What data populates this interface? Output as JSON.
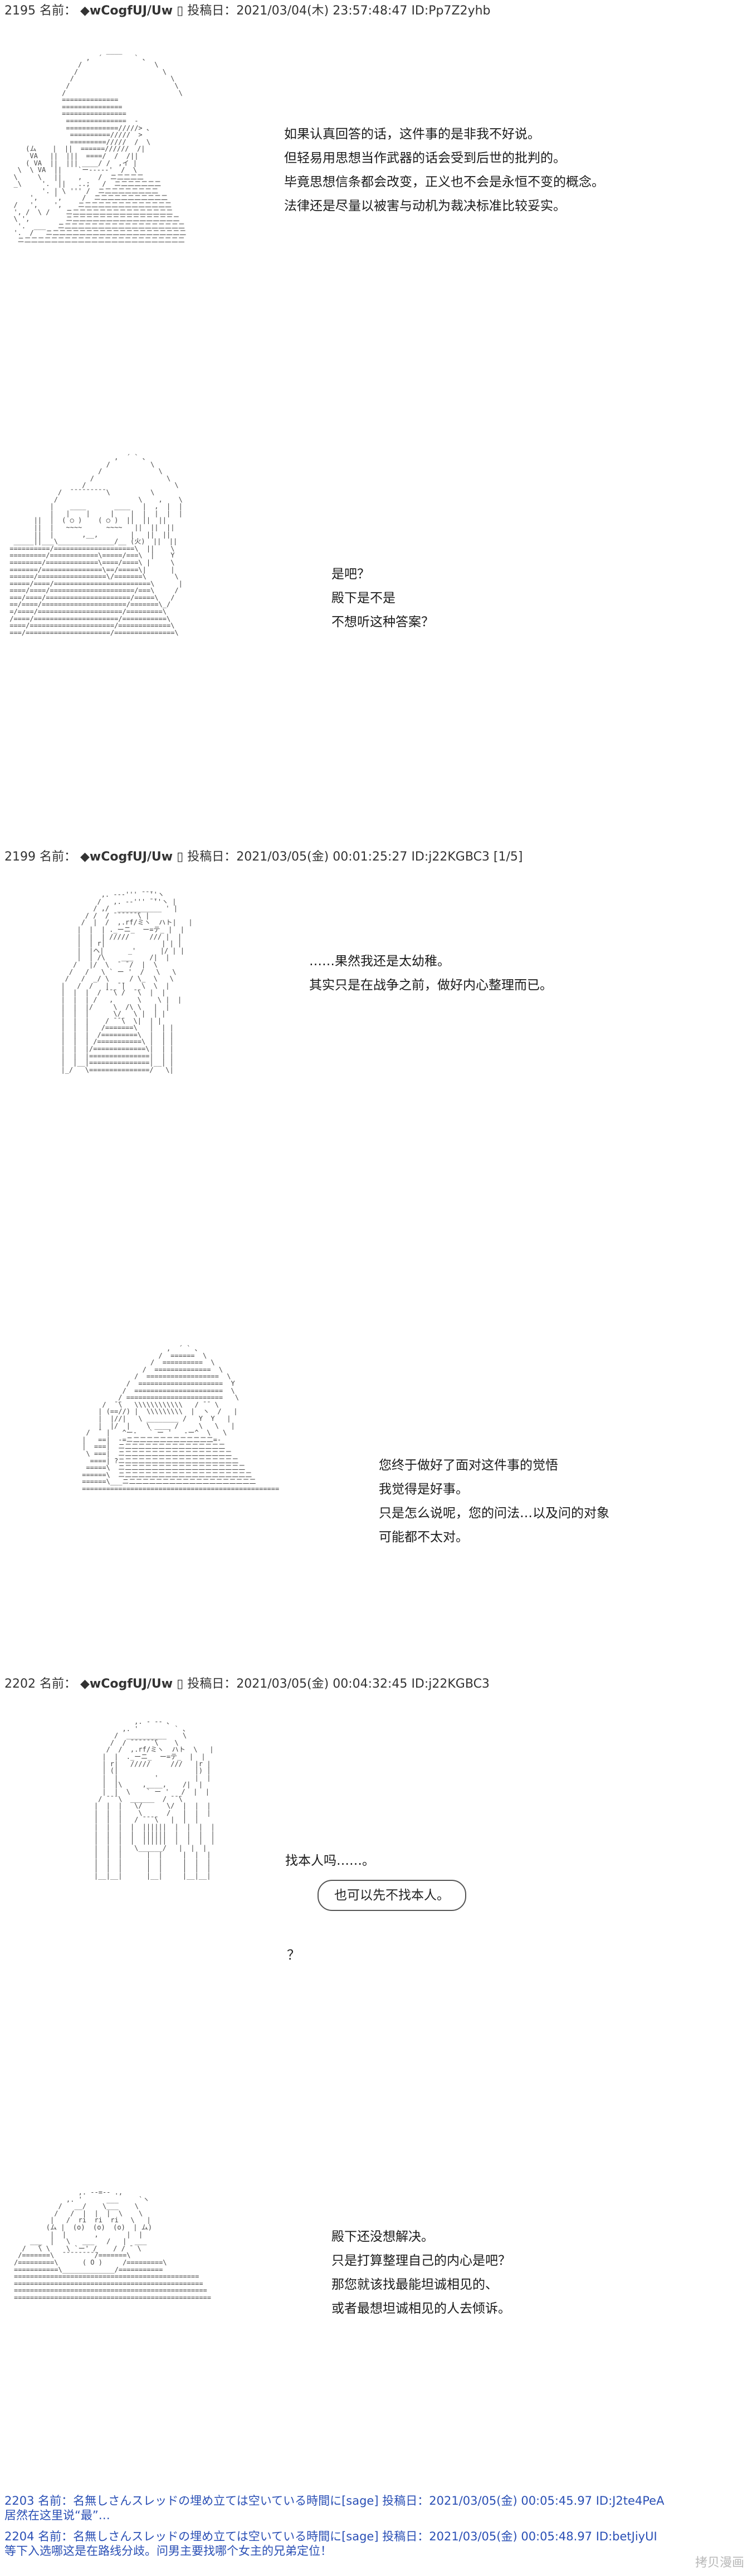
{
  "posts": [
    {
      "header": {
        "number": "2195",
        "name_label": "名前：",
        "author": "◆wCogfUJ/Uw",
        "marker": "▯",
        "date_label": "投稿日：",
        "datetime": "2021/03/04(木) 23:57:48:47",
        "id": "ID:Pp7Z2yhb"
      },
      "panels": [
        {
          "art": "                         ____\n                    ,  ´        ` 、\n                  /                  \\\n                 /                     \\\n                /                        \\\n               /                          \\\n              /                            \\\n              ==============\n              ===============\n              ================\n               ===============  -\n               =============/////> 、\n                ==========/////  >\n                =========/////  /  \\\n     (ム    |  ||  ======//////  /|\n      VA   ||  |||  ====/  /  /||\n     ( VA  ||  ||| ____/ /  ,イ |\n   \\  \\ VA  ||    `ー-----'  /  \\\n  \\     \\   ||    ,    /  ニ二二二二\n  _\\     '.  ||   ..;   /  ニ二二二二二二\n         '. | \\ ''' /  ニ二二二二二二二二\n      ',    ',     /  ニ二二二二二二二二二二\n  /   ',    ',    ニ二二二二二二二二二二二二二\n  ', /  \\ /    ニ二二二二二二二二二二二二二二二\n  \\ ',         ニ二二二二二二二二二二二二二二二二\n   '.  ___   ニ二二二二二二二二二二二二二二二二二二\n  '.  /   ニ二二二二二二二二二二二二二二二二二二二二\n   ニ二二二二二二二二二二二二二二二二二二二二二二二二",
          "lines": [
            "如果认真回答的话，这件事的是非我不好说。",
            "但轻易用思想当作武器的话会受到后世的批判的。",
            "毕竟思想信条都会改变，正义也不会是永恒不变的概念。",
            "法律还是尽量以被害与动机为裁决标准比较妥实。"
          ]
        },
        {
          "art": "                           ,  ´ ` 、\n                         /          \\\n                       /              \\\n                     /                  \\\n                   /                      \\\n             /  ̄ ̄ ̄ ̄ ̄ ̄ ̄ ̄ ̄ \\          \\\n            /                    \\    ,    \\\n           |    ____       ____   |  ,  |  |\n           |   |    |     |    |  |  |  |  |\n       ||  |  ( ○ )    ( ○ )  ||  ||  ||\n       ||  |   ~~~~      ~~~~   ||  ||  ||\n       ||  |       ,__,        |   ||  ||\n  _____||___\\______________/__ (火)  ||  ||\n ==========/====================\\  ||    \\\n =========/============\\=====/===\\  |    Y\n ========/=============\\====/====\\ |     \\\n =======/===============\\==/=====\\|      |\n ======/=================\\/=======\\       \\\n =====/====/========================\\      |\n ====/====/=====================/===\\     /\n ===/====/=====================/=====\\   /\n ==/====/=====================/=======\\_/\n =/====/=====================/=========\\\n /====/=====================/===========\\\n ====/=====================/=============\\\n ===/=====================/===============\\",
          "lines": [
            "是吧？",
            "殿下是不是",
            "不想听这种答案？"
          ]
        }
      ]
    },
    {
      "header": {
        "number": "2199",
        "name_label": "名前：",
        "author": "◆wCogfUJ/Uw",
        "marker": "▯",
        "date_label": "投稿日：",
        "datetime": "2021/03/05(金) 00:01:25:27",
        "id": "ID:j22KGBC3 [1/5]"
      },
      "panels": [
        {
          "art": "            ,. -‐‐''' ̄ ̄ ̄''ヽ\n           /   ,. -‐''' ̄ ̄''ヽ |\n          / ,/  ___________ ' |\n        / /  / ̄ ̄ ̄ ̄ ̄ ̄ ̄\\ |\n       /  |  /  ,.rf/ミヽ  ハト|   |\n      |  |  | ._ーニ_  ー=テ_ |  |\n      |  |  | /////     /// |  |\n      |  | r|              | | |\n      |  |ヘ|      _'      |/ | |\n      |  | /\\    ___    /|  |\n     /   |/  \\  ̄  ̄ /  |  \\\n    /   /   \\ ` ー '  /   \\   \\\n   /   /  _/ \\     / \\_  \\   \\\n  |   /  /   |  ̄ ̄|    \\  \\  |\n  |  |  |  / ̄ ̄ ̄\\ /  ̄ ̄\\  |  |\n  |  |  | /   ,      \\    \\ |  |\n  |  |  |/     \\  /\\ \\   |  |\n  |  |  |      \\/   \\ |  | |\n  |  |  |    / ̄ ̄ ̄\\  \\|  | |\n  |  |  |   /=======\\   |  | |\n  |  |  |  /=========\\  |  | |\n  |  |  | /===========\\ |  | |\n  |  |  |/=============\\|  | |\n  |  |  |===============|  | |\n  |  |__|===============|__| |\n  |_/   \\===============/   \\|",
          "lines": [
            "……果然我还是太幼稚。",
            "其实只是在战争之前，做好内心整理而已。"
          ]
        },
        {
          "art": "                      ,  ´ ` 、\n                    /  ======  \\\n                  /  ==========  \\\n                /  ==============  \\\n              /  ==================  \\\n            /  =====================  Y\n           /  ======================  \\\n          / ========================   \\\n      /  ̄ ̄\\   \\\\\\\\\\\\\\\\\\\\\\\\   / ̄ ̄  \\\n     | (==//) |  \\\\\\\\\\\\\\\\\\  |  ヽ  /   |\n     |  |//|   \\ ________ /   Y  Y   |\n     |  |/  |    \\ ____ /     \\   \\   |\n  /  ̄  |   ^ー-   ` ー '   -ー^  \\   \\\n |   ==|  -=ニ二二二二二二二二二二二二=-\n |  ===|  ニ二二二二二二二二二二二二二二二\n  \\ ===|  ニ二二二二二二二二二二二二二二二二\n   ====| ?ニ二二二二二二二二二二二二二二二二二\n  =====\\  ニ二二二二二二二二二二二二二二二二二二\n ======\\  ニ二二二二二二二二二二二二二二二二二二二\n ======\\___ニ二二二二二二二二二二二二二二二二二二二\n =================================================",
          "lines": [
            "您终于做好了面对这件事的觉悟",
            "我觉得是好事。",
            "只是怎么说呢，您的问法…以及问的对象",
            "可能都不太对。"
          ]
        }
      ]
    },
    {
      "header": {
        "number": "2202",
        "name_label": "名前：",
        "author": "◆wCogfUJ/Uw",
        "marker": "▯",
        "date_label": "投稿日：",
        "datetime": "2021/03/05(金) 00:04:32:45",
        "id": "ID:j22KGBC3"
      },
      "panels": [
        {
          "art": "              ,. - ‐- 、\n           ,. '         ` 、\n         /  __________    \\\n        /  / ̄ ̄ ̄ ̄ ̄ ̄ ̄\\    \\\n       /  /  ,.rf/ミヽ  ハト  \\   |\n      |  |  ._ーニ_  ー=テ_  |  |\n      | r|   /////     ///   |r |\n      | (|                   |) |\n      |  |         '         |  |\n      |  |\\     ,____,    /|  |\n      |  |  \\    ` ー '   /  |  |\n     / ̄ ̄ ̄ \\  ______  / ̄ ̄ ̄\\\n    |  |  |   \\/      \\/  |  |  |\n    |  |  |    \\      /   |  |  |\n    |  |  |   / ̄ ̄ ̄ ̄\\   |  |  |\n    |  |  |  |  ||||||  |  |  |  |\n    |  |  |  |  ||||||  |  |  |  |\n    |  |  |  |  ||||||  |  |  |  |\n    |  |  |   \\______/   |  |  |\n    |  |  |      |  |     |  |  |\n    |  |  |      |  |     |  |  |\n    |  |  |      |  |     |  |  |\n    |__|__|      |__|     |__|__|",
          "lines": [
            "找本人吗……。"
          ],
          "bubble": "也可以先不找本人。",
          "question": "？"
        },
        {
          "art": "                ,. -‐=‐- .,\n             ,. '      ___     `ヽ\n           /   __/    \\___    \\\n          /   /  |  |  |  \\    \\\n         |   /  ri  ri  ri   \\   |\n        (ム |  (o)  (o)  (o)  | ム)\n         |  |       ,       |  |\n    ___  |   \\   ___   /   |  ___\n  /   ̄\\ \\    \\ `ー' /    / / ̄  \\\n /=======\\  ̄ ̄ ̄ ̄ ̄ ̄ ̄ ̄ ̄/=======\\\n/=========\\      ( O )     /=========\\\n===========\\_____________/===========\n==============================================\n===============================================\n================================================\n=================================================",
          "lines": [
            "殿下还没想解决。",
            "只是打算整理自己的内心是吧？",
            "那您就该找最能坦诚相见的、",
            "或者最想坦诚相见的人去倾诉。"
          ]
        }
      ]
    }
  ],
  "replies": [
    {
      "number": "2203",
      "name_label": "名前：",
      "author": "名無しさんスレッドの埋め立ては空いている時間に",
      "sage": "[sage]",
      "date_label": "投稿日：",
      "datetime": "2021/03/05(金) 00:05:45.97",
      "id": "ID:J2te4PeA",
      "body": "居然在这里说“最”…"
    },
    {
      "number": "2204",
      "name_label": "名前：",
      "author": "名無しさんスレッドの埋め立ては空いている時間に",
      "sage": "[sage]",
      "date_label": "投稿日：",
      "datetime": "2021/03/05(金) 00:05:48.97",
      "id": "ID:betJiyUI",
      "body": "等下入选哪这是在路线分歧。问男主要找哪个女主的兄弟定位！"
    }
  ],
  "watermark": "拷贝漫画"
}
